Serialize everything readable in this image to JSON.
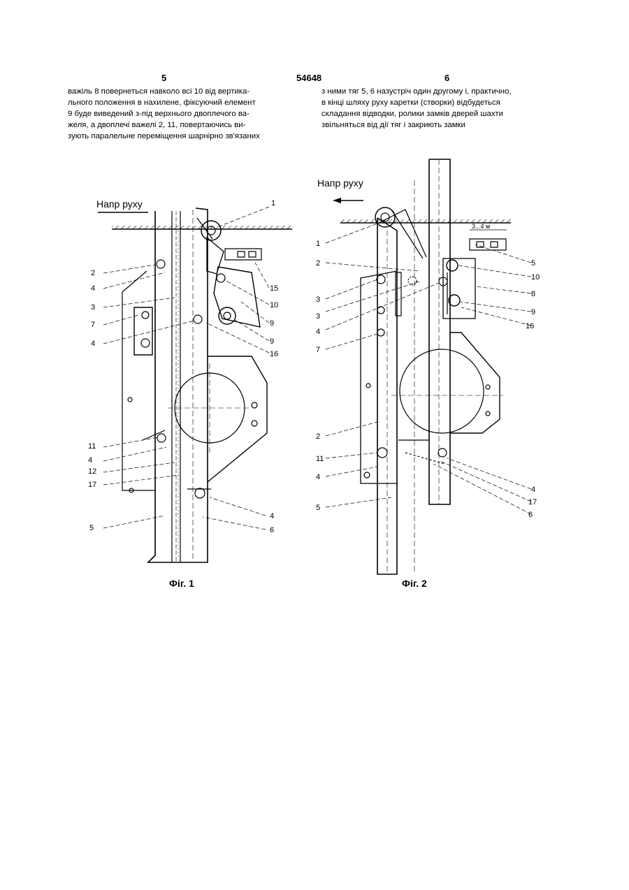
{
  "header": {
    "left_page": "5",
    "patent_number": "54648",
    "right_page": "6"
  },
  "left_column": [
    "важіль 8 повернеться навколо всі 10 від вертика-",
    "льного положення в нахилене, фіксуючий елемент",
    "9 буде виведений з-під верхнього двоплечого ва-",
    "желя, а двоплечі важелі 2, 11, повертаючись ви-",
    "зують паралельне переміщення шарнірно зв'язаних"
  ],
  "right_column": [
    "з ними тяг 5, 6 назустріч один другому і, практично,",
    "в кінці шляху руху каретки (створки) відбудеться",
    "складання відводки, ролики замків дверей шахти",
    "звільняться від дії тяг і закриють замки"
  ],
  "figure1": {
    "caption": "Фіг. 1",
    "direction_label": "Напр  руху",
    "labels": [
      "1",
      "2",
      "4",
      "3",
      "7",
      "4",
      "15",
      "10",
      "9",
      "9",
      "16",
      "11",
      "4",
      "12",
      "17",
      "6",
      "5",
      "4",
      "6"
    ]
  },
  "figure2": {
    "caption": "Фіг. 2",
    "direction_label": "Напр  руху",
    "dimension_label": "3...4 м",
    "labels": [
      "1",
      "2",
      "3",
      "4",
      "3",
      "4",
      "7",
      "5",
      "10",
      "8",
      "9",
      "16",
      "2",
      "11",
      "4",
      "5",
      "4",
      "17",
      "6"
    ]
  }
}
